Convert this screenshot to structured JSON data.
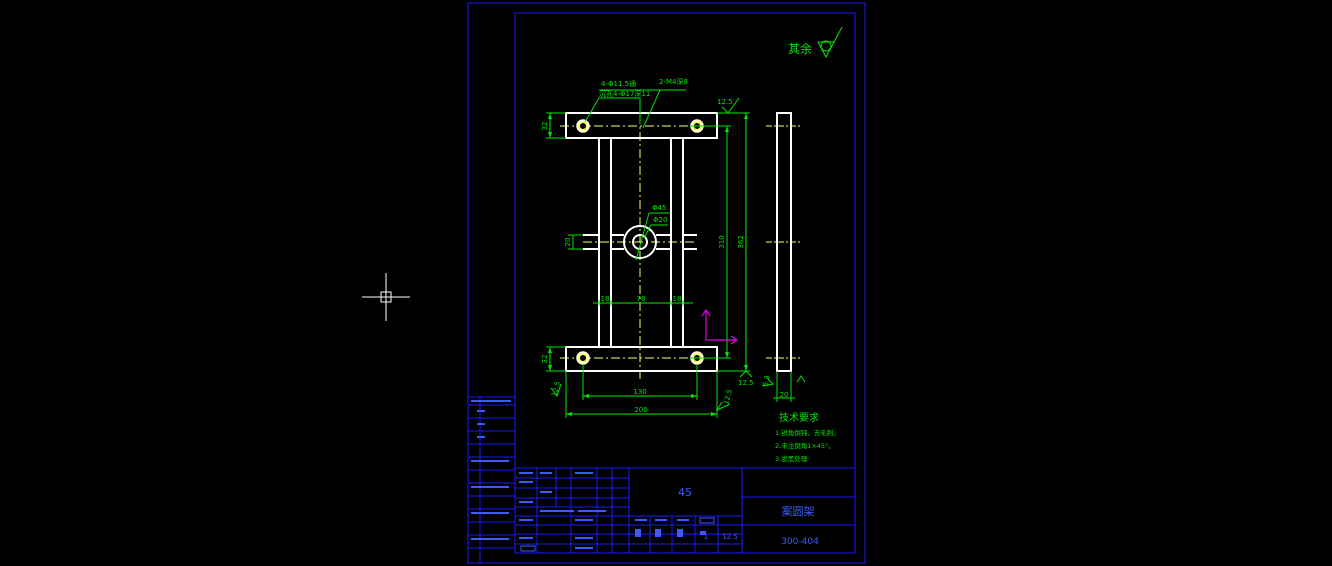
{
  "drawing": {
    "roughness_note": "其余",
    "callouts": {
      "holes_a": "4-Φ11.5通",
      "holes_b": "沉孔4-Φ17深11",
      "threads": "2-M4深8",
      "boss_outer": "Φ45",
      "boss_inner": "Φ20"
    },
    "dims": {
      "top_thickness": "32",
      "bottom_thickness": "32",
      "boss_width": "20",
      "inner_length": "310",
      "total_length": "362",
      "rib_left": "18",
      "rib_gap": "78",
      "rib_right": "18",
      "hole_spacing": "130",
      "overall_width": "200",
      "side_width": "20",
      "roughness_a": "12.5",
      "roughness_b": "12.5",
      "roughness_c": "12.5",
      "roughness_d": "12.5",
      "roughness_side": "6.3"
    },
    "tech_requirements": {
      "heading": "技术要求",
      "items": [
        "1.锐角倒钝，去毛刺。",
        "2.未注倒角1×45°。",
        "3.发黑处理"
      ]
    }
  },
  "title_block": {
    "material": "45",
    "part_name": "案圆架",
    "drawing_no": "300-404",
    "scale_ratio": "1",
    "roughness_box": "12.5"
  },
  "colors": {
    "background": "#000000",
    "frame": "#1a1aff",
    "outline": "#ffffff",
    "dimension": "#00e600",
    "center_line": "#ffff66",
    "ucs": "#e600e6",
    "title_text": "#3a5cff"
  }
}
